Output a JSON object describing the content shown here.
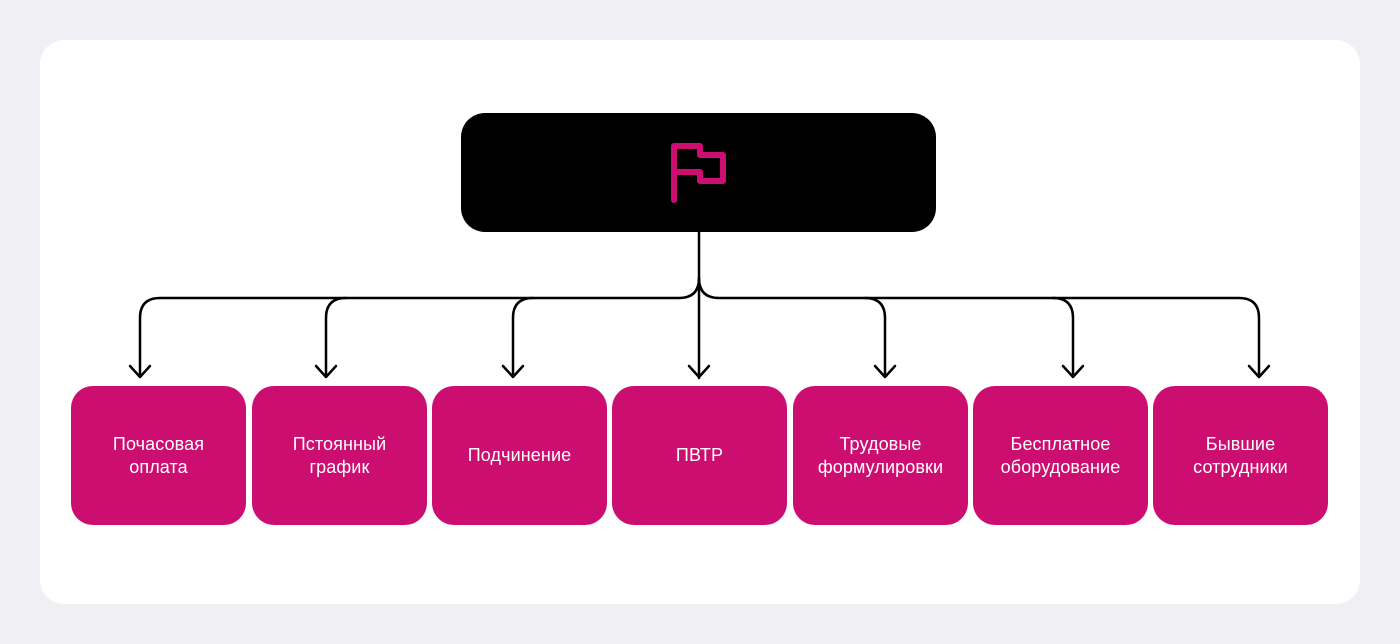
{
  "colors": {
    "page_background": "#efeff4",
    "card_background": "#ffffff",
    "root_background": "#000000",
    "accent": "#cc0e71",
    "connector": "#000000",
    "label_text": "#ffffff"
  },
  "root": {
    "icon": "flag-icon"
  },
  "leaves": [
    {
      "label": "Почасовая\nоплата"
    },
    {
      "label": "Пстоянный\nграфик"
    },
    {
      "label": "Подчинение"
    },
    {
      "label": "ПВТР"
    },
    {
      "label": "Трудовые\nформулировки"
    },
    {
      "label": "Бесплатное\nоборудование"
    },
    {
      "label": "Бывшие\nсотрудники"
    }
  ]
}
